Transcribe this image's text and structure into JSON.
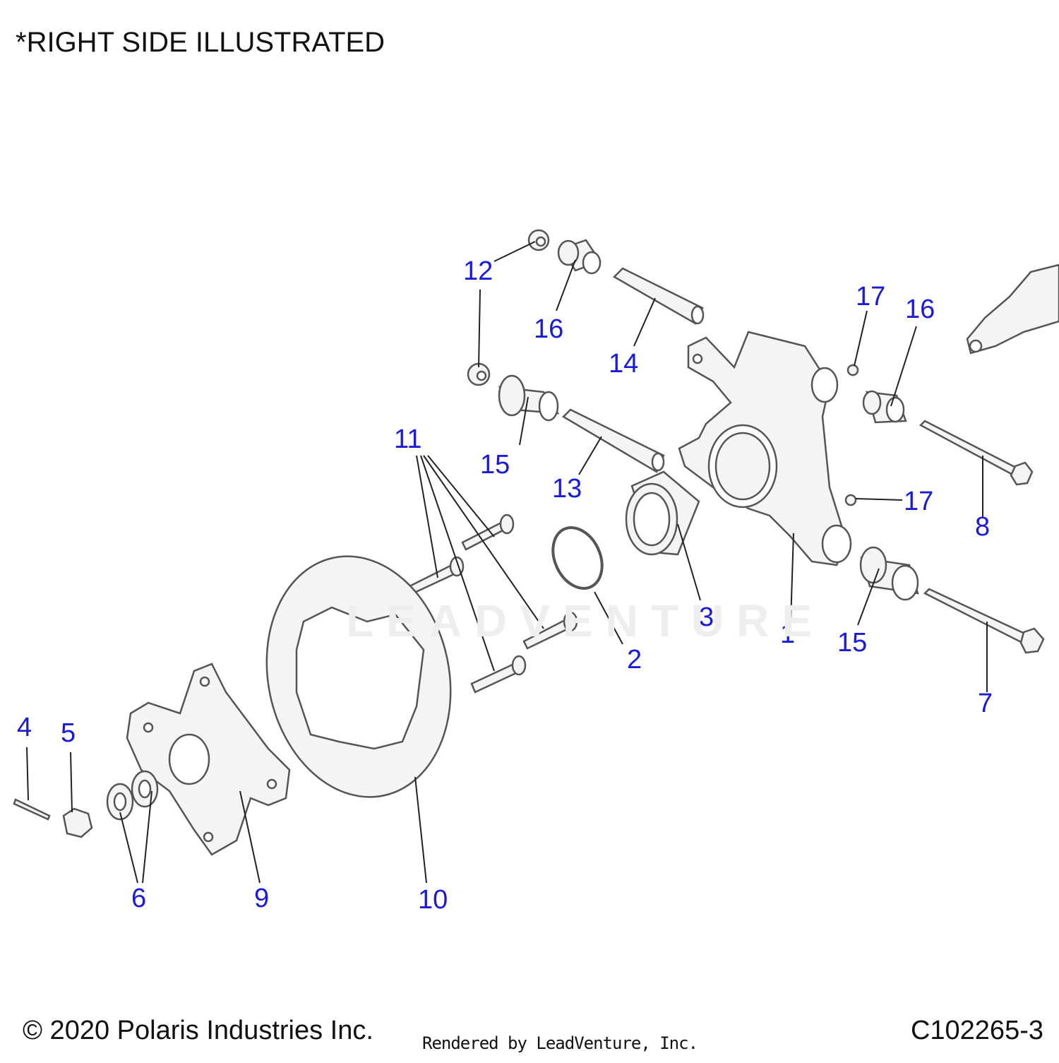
{
  "header": {
    "note": "*RIGHT SIDE ILLUSTRATED"
  },
  "footer": {
    "copyright": "© 2020 Polaris Industries Inc.",
    "rendered_by": "Rendered by LeadVenture, Inc.",
    "diagram_code": "C102265-3"
  },
  "watermark": {
    "text": "LEADVENTURE"
  },
  "callouts": [
    "1",
    "2",
    "3",
    "4",
    "5",
    "6",
    "7",
    "8",
    "9",
    "10",
    "11",
    "12",
    "13",
    "14",
    "15",
    "16",
    "17"
  ],
  "colors": {
    "callout": "#1a1adb",
    "line": "#222222",
    "part_stroke": "#555555",
    "part_fill": "#f4f4f4"
  }
}
